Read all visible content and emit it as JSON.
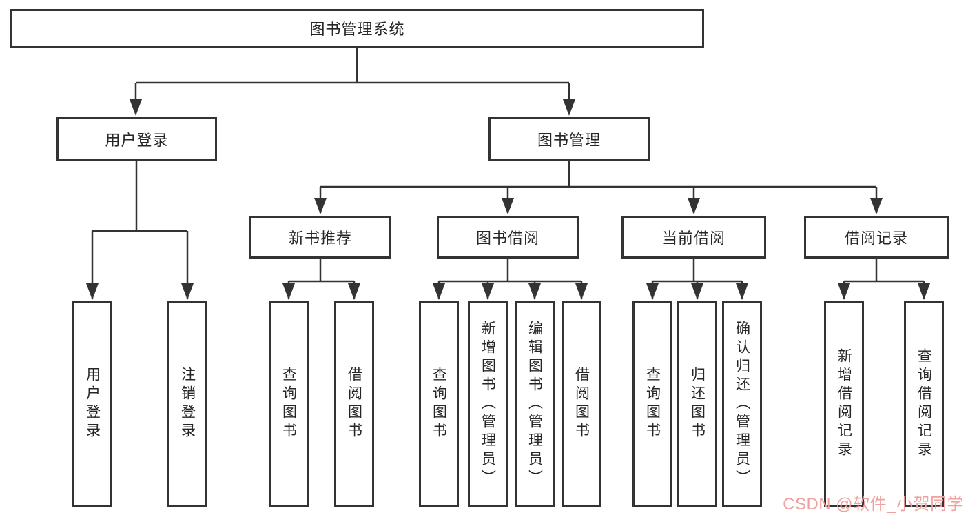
{
  "diagram_title": "图书管理系统",
  "nodes": {
    "root": "图书管理系统",
    "user_login": "用户登录",
    "book_mgmt": "图书管理",
    "new_book_rec": "新书推荐",
    "book_borrow": "图书借阅",
    "current_borrow": "当前借阅",
    "borrow_record": "借阅记录"
  },
  "leaves": {
    "user_login_leaf": "用户登录",
    "logout": "注销登录",
    "nb_query_books": "查询图书",
    "nb_borrow_books": "借阅图书",
    "bb_query_books": "查询图书",
    "bb_add_books": "新增图书（管理员）",
    "bb_edit_books": "编辑图书（管理员）",
    "bb_borrow_books": "借阅图书",
    "cb_query_books": "查询图书",
    "cb_return_books": "归还图书",
    "cb_confirm_return": "确认归还（管理员）",
    "br_add_record": "新增借阅记录",
    "br_query_record": "查询借阅记录"
  },
  "watermark": "CSDN @软件_小贺同学",
  "colors": {
    "line": "#333333",
    "text": "#262626",
    "watermark": "#efa2a0",
    "background": "#ffffff"
  }
}
